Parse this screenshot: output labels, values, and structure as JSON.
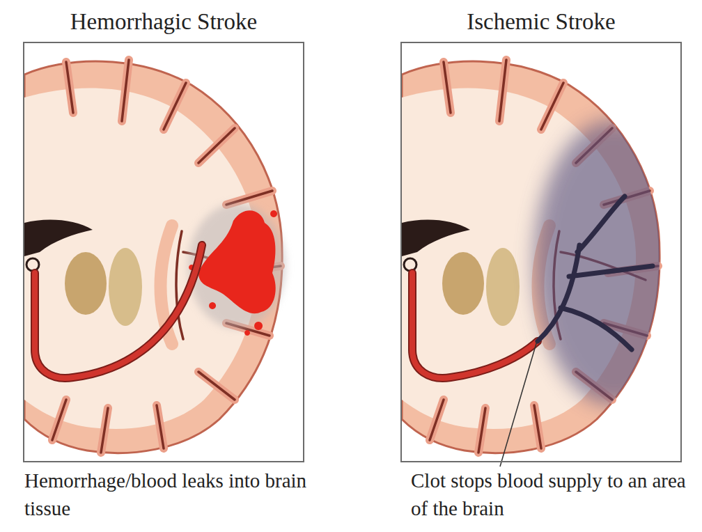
{
  "diagram": {
    "nodes": [
      {
        "text": [
          "Hemorrhagic Stroke",
          "Hemorrhage/blood leaks into brain tissue"
        ]
      },
      {
        "text": [
          "Ischemic Stroke",
          "Clot stops blood supply to an area of the brain"
        ]
      }
    ]
  }
}
